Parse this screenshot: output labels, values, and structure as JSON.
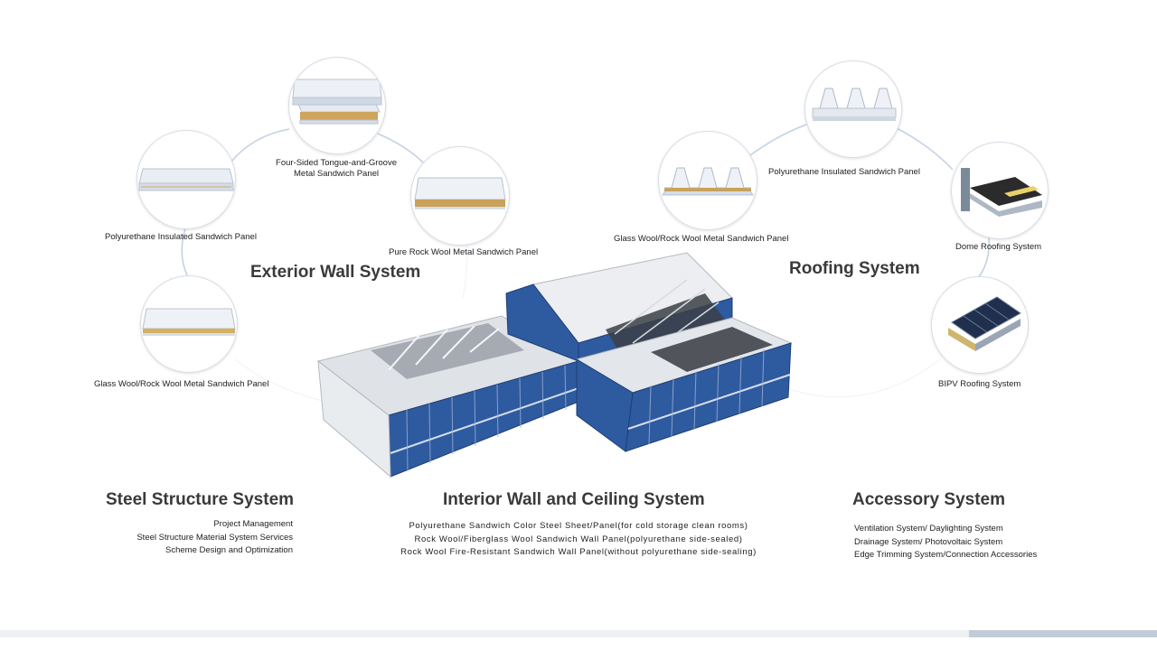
{
  "exterior_wall": {
    "heading": "Exterior Wall System",
    "panels": [
      {
        "label": "Polyurethane Insulated Sandwich Panel"
      },
      {
        "label_line1": "Four-Sided Tongue-and-Groove",
        "label_line2": "Metal Sandwich Panel"
      },
      {
        "label": "Pure Rock Wool Metal Sandwich Panel"
      },
      {
        "label": "Glass Wool/Rock Wool Metal Sandwich Panel"
      }
    ]
  },
  "roofing": {
    "heading": "Roofing System",
    "panels": [
      {
        "label": "Glass Wool/Rock Wool Metal Sandwich Panel"
      },
      {
        "label": "Polyurethane Insulated Sandwich Panel"
      },
      {
        "label": "Dome Roofing System"
      },
      {
        "label": "BIPV Roofing System"
      }
    ]
  },
  "steel_structure": {
    "heading": "Steel Structure System",
    "items": [
      "Project Management",
      "Steel Structure Material System Services",
      "Scheme Design and Optimization"
    ]
  },
  "interior_wall": {
    "heading": "Interior Wall and Ceiling System",
    "items": [
      "Polyurethane Sandwich Color Steel Sheet/Panel(for cold storage clean rooms)",
      "Rock Wool/Fiberglass Wool Sandwich Wall Panel(polyurethane side-sealed)",
      "Rock Wool Fire-Resistant Sandwich Wall Panel(without polyurethane side-sealing)"
    ]
  },
  "accessory": {
    "heading": "Accessory System",
    "items": [
      "Ventilation System/ Daylighting System",
      "Drainage System/ Photovoltaic System",
      "Edge Trimming System/Connection Accessories"
    ]
  },
  "colors": {
    "building_blue": "#2e5aa0",
    "connector": "#b8c8dc",
    "bar_accent": "#c2ccd8"
  }
}
